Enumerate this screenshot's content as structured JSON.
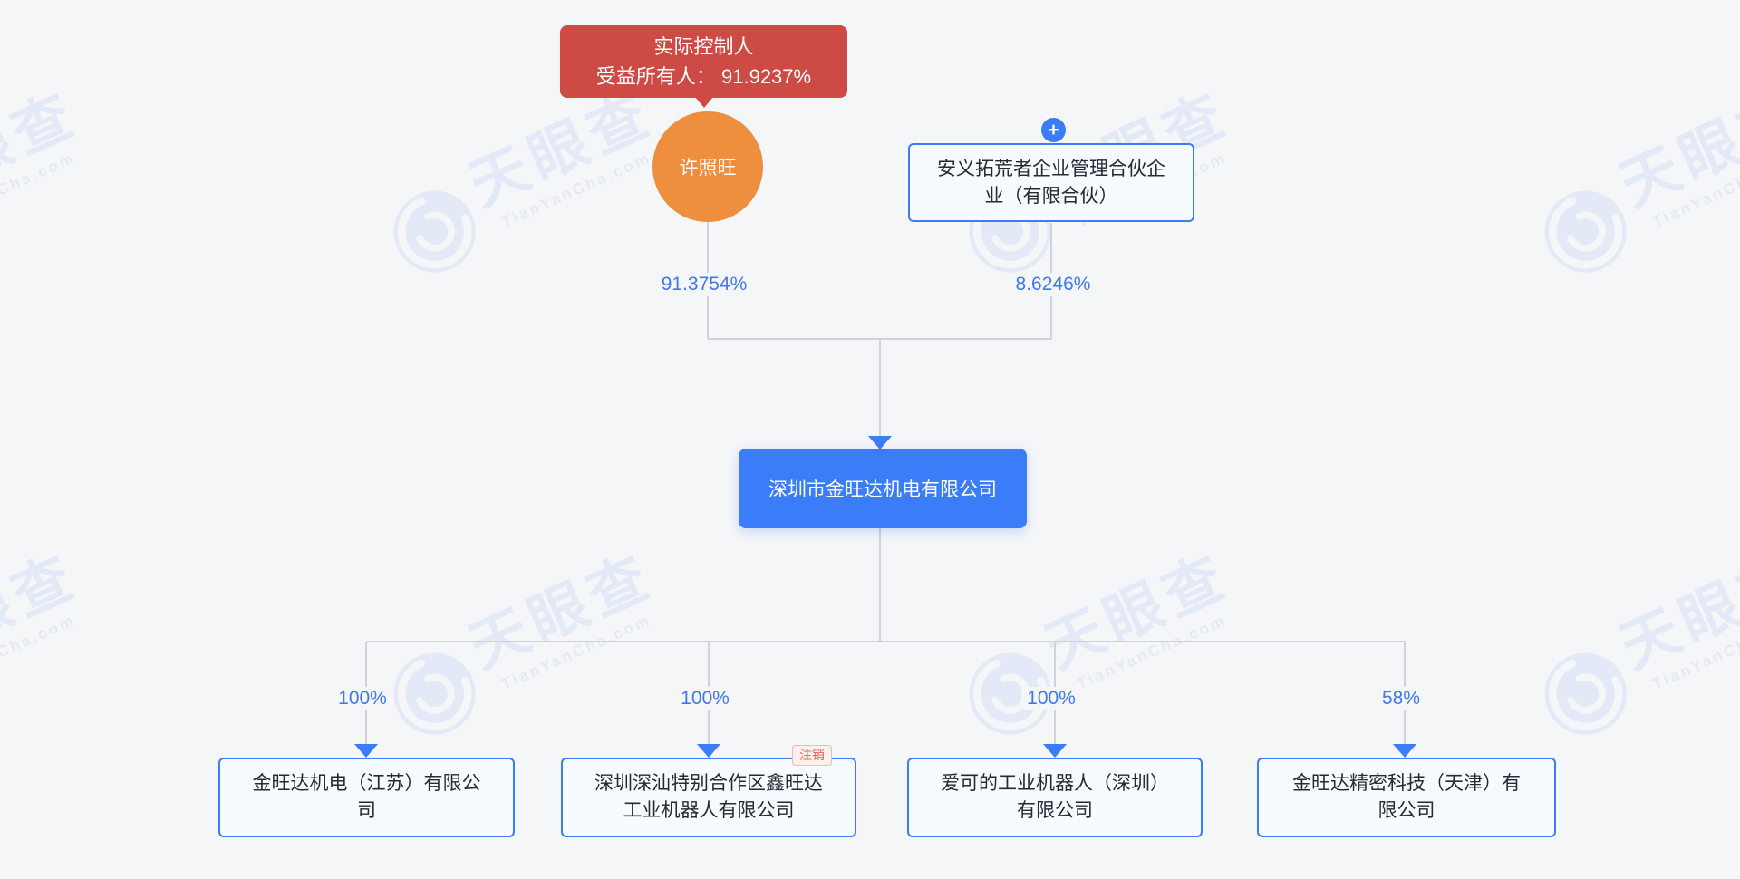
{
  "watermark": {
    "brand": "天眼查",
    "domain": "TianYanCha.com"
  },
  "actual_controller_badge": {
    "line1": "实际控制人",
    "line2": "受益所有人： 91.9237%"
  },
  "shareholders": [
    {
      "type": "person",
      "name": "许照旺",
      "percent": "91.3754%"
    },
    {
      "type": "company",
      "name": "安义拓荒者企业管理合伙企\n业（有限合伙）",
      "percent": "8.6246%",
      "expand_icon": "plus-icon"
    }
  ],
  "company": {
    "name": "深圳市金旺达机电有限公司"
  },
  "subsidiaries": [
    {
      "name": "金旺达机电（江苏）有限公\n司",
      "percent": "100%"
    },
    {
      "name": "深圳深汕特别合作区鑫旺达\n工业机器人有限公司",
      "percent": "100%",
      "status_tag": "注销"
    },
    {
      "name": "爱可的工业机器人（深圳）\n有限公司",
      "percent": "100%"
    },
    {
      "name": "金旺达精密科技（天津）有\n限公司",
      "percent": "58%"
    }
  ],
  "colors": {
    "primary_blue": "#3b7cf8",
    "badge_red": "#ce4a45",
    "person_orange": "#ee8f40",
    "status_red": "#ef655c",
    "line_gray": "#d0d3d9",
    "page_bg": "#f5f6f8",
    "watermark_blue": "#dfe7f6"
  }
}
